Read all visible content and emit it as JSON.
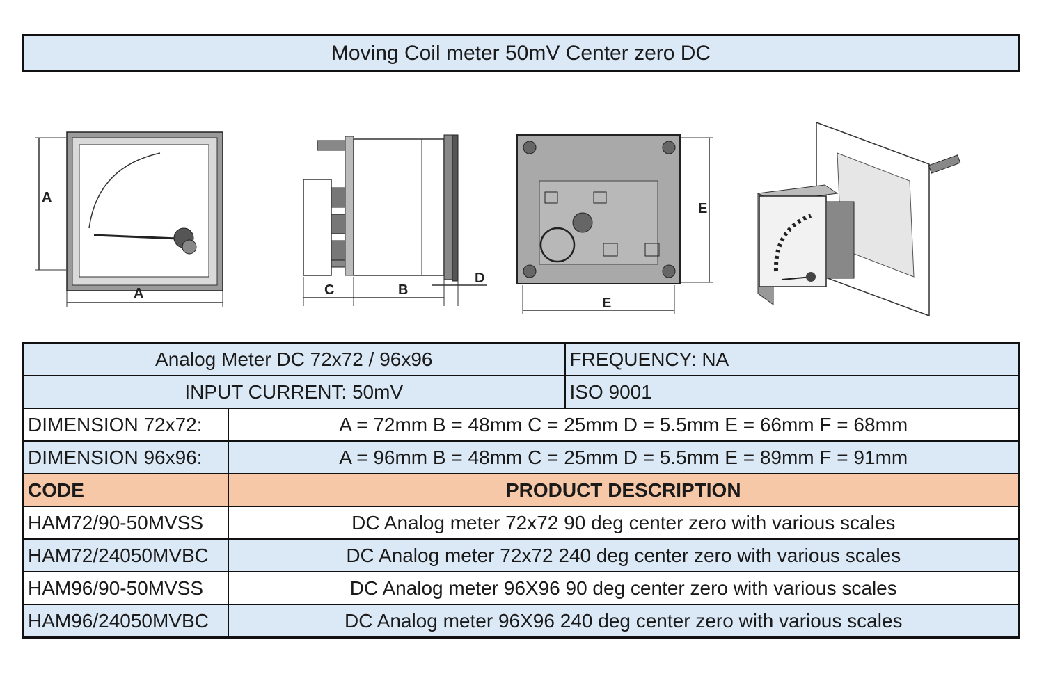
{
  "title": "Moving Coil meter 50mV Center zero DC",
  "drawing_labels": {
    "front_height": "A",
    "front_width": "A",
    "side_c": "C",
    "side_b": "B",
    "side_d": "D",
    "back_height": "E",
    "back_width": "E"
  },
  "spec_rows": {
    "model": "Analog Meter DC 72x72 / 96x96",
    "frequency": "FREQUENCY: NA",
    "input": "INPUT CURRENT: 50mV",
    "iso": "ISO 9001",
    "dim72_label": "DIMENSION 72x72:",
    "dim72_value": "A = 72mm B = 48mm C = 25mm D = 5.5mm E = 66mm F = 68mm",
    "dim96_label": "DIMENSION 96x96:",
    "dim96_value": "A = 96mm B = 48mm C = 25mm D = 5.5mm E = 89mm F = 91mm"
  },
  "products": {
    "header_code": "CODE",
    "header_desc": "PRODUCT DESCRIPTION",
    "rows": [
      {
        "code": "HAM72/90-50MVSS",
        "desc": "DC Analog meter 72x72 90 deg center zero with various scales"
      },
      {
        "code": "HAM72/24050MVBC",
        "desc": "DC Analog meter 72x72 240 deg center zero with various scales"
      },
      {
        "code": "HAM96/90-50MVSS",
        "desc": "DC Analog meter 96X96 90 deg center zero with various scales"
      },
      {
        "code": "HAM96/24050MVBC",
        "desc": "DC Analog meter 96X96 240 deg center zero with various scales"
      }
    ]
  },
  "colors": {
    "header_blue": "#dbe8f5",
    "header_peach": "#f6c8a8",
    "border": "#111111"
  }
}
